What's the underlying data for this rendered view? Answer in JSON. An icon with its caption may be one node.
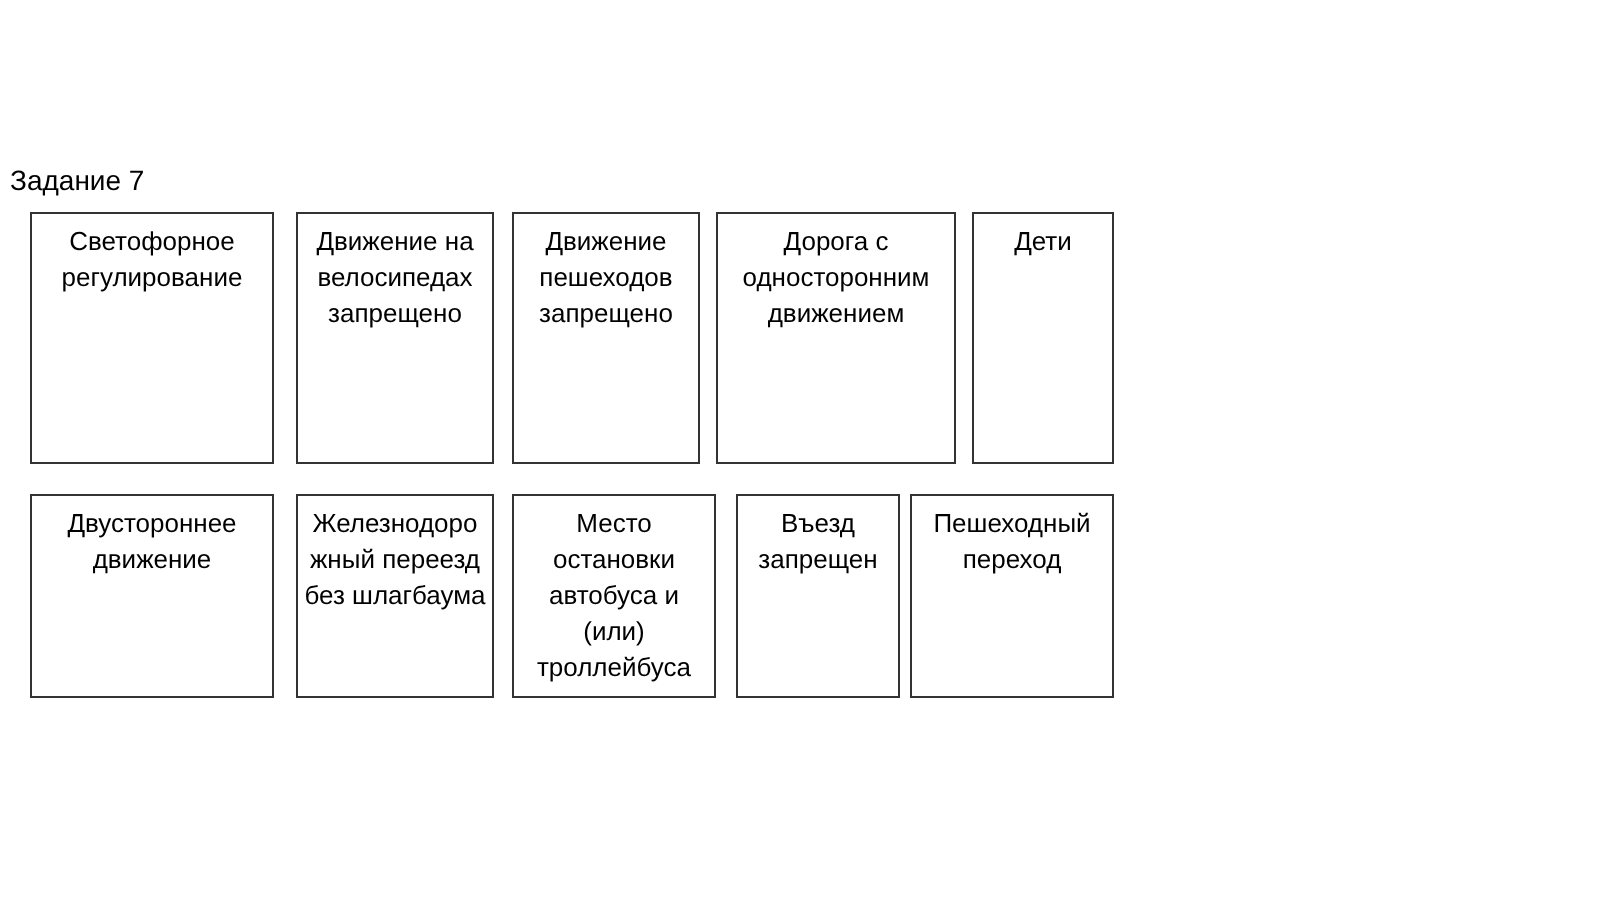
{
  "diagram": {
    "title": "Задание 7",
    "nodes": [
      {
        "text": [
          "Светофорное регулирование"
        ]
      },
      {
        "text": [
          "Движение на велосипедах запрещено"
        ]
      },
      {
        "text": [
          "Движение пешеходов запрещено"
        ]
      },
      {
        "text": [
          "Дорога с односторонним движением"
        ]
      },
      {
        "text": [
          "Дети"
        ]
      },
      {
        "text": [
          "Двустороннее движение"
        ]
      },
      {
        "text": [
          "Железнодорожный переезд без шлагбаума"
        ]
      },
      {
        "text": [
          "Место остановки автобуса и (или) троллейбуса"
        ]
      },
      {
        "text": [
          "Въезд запрещен"
        ]
      },
      {
        "text": [
          "Пешеходный переход"
        ]
      }
    ]
  }
}
